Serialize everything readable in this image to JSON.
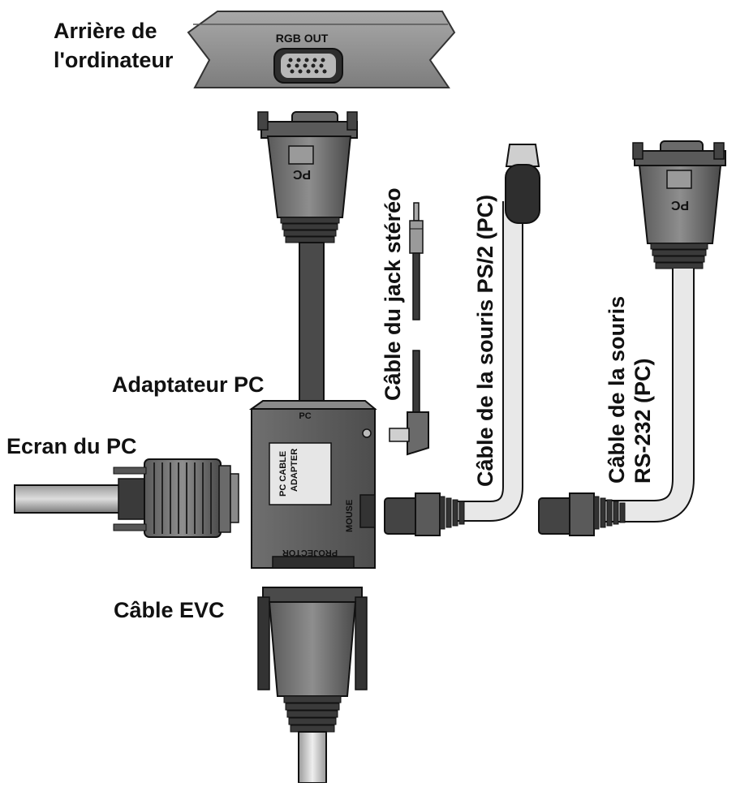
{
  "labels": {
    "computer_back": [
      "Arrière de",
      "l'ordinateur"
    ],
    "rgb_out": "RGB OUT",
    "pc_adapter": "Adaptateur PC",
    "pc_screen": "Ecran du PC",
    "evc_cable": "Câble EVC",
    "stereo_jack_cable": "Câble du jack stéréo",
    "ps2_mouse_cable": "Câble de la souris PS/2 (PC)",
    "rs232_mouse_cable": [
      "Câble de la souris",
      "RS-232 (PC)"
    ]
  },
  "adapter_text": {
    "pc_port": "PC",
    "sticker": [
      "PC CABLE",
      "ADAPTER"
    ],
    "mouse_port": "MOUSE",
    "projector_port": "PROJECTOR"
  },
  "connector_marks": {
    "vga_top": "PC",
    "rs232_top": "PC"
  },
  "colors": {
    "dark": "#3a3a3a",
    "mid": "#8a8a8a",
    "light": "#c8c8c8",
    "cable_light": "#e4e4e4",
    "outline": "#111111"
  }
}
